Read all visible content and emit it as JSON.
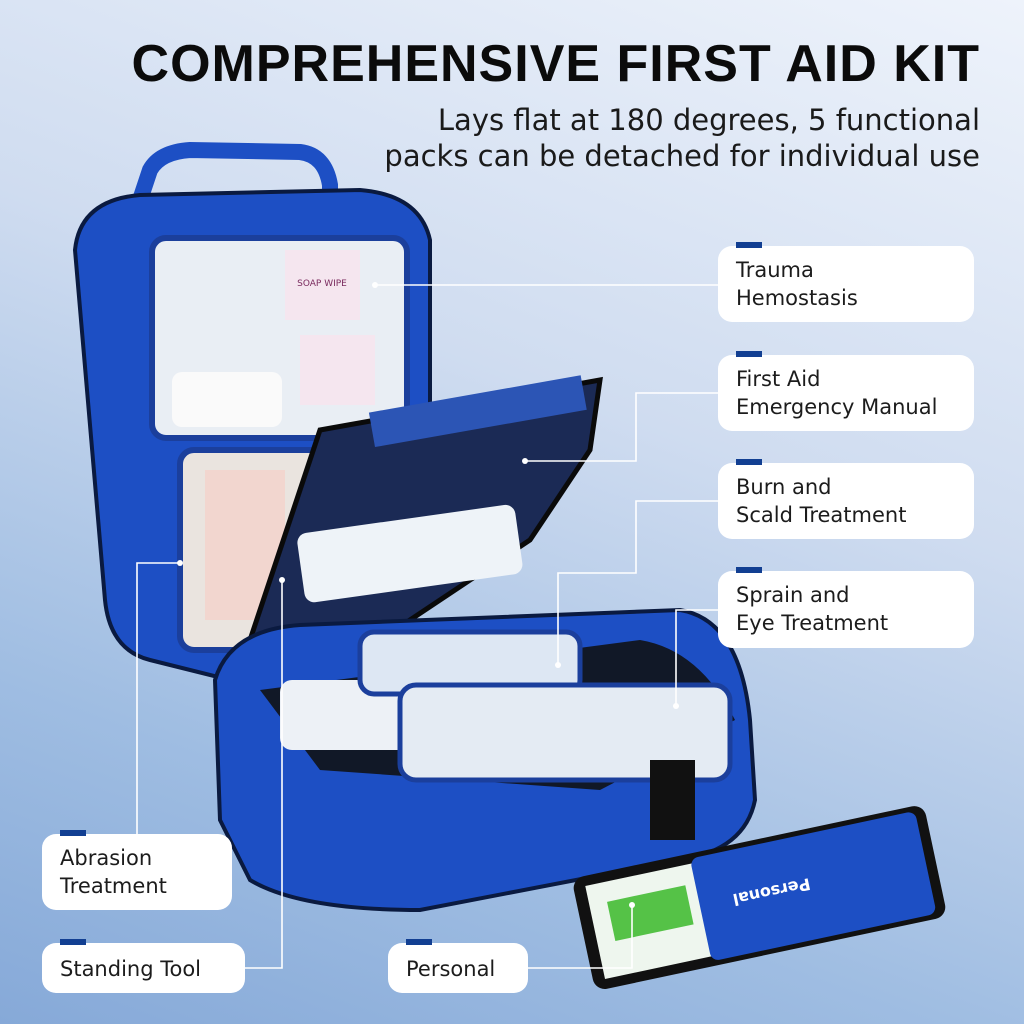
{
  "header": {
    "title": "COMPREHENSIVE FIRST AID KIT",
    "subtitle_lines": [
      "Lays flat at 180 degrees, 5 functional",
      "packs can be detached for individual use"
    ]
  },
  "labels": [
    {
      "lines": [
        "Trauma",
        "Hemostasis"
      ]
    },
    {
      "lines": [
        "First Aid",
        "Emergency Manual"
      ]
    },
    {
      "lines": [
        "Burn and",
        "Scald Treatment"
      ]
    },
    {
      "lines": [
        "Sprain and",
        "Eye Treatment"
      ]
    },
    {
      "lines": [
        "Abrasion",
        "Treatment"
      ]
    },
    {
      "lines": [
        "Standing Tool"
      ]
    },
    {
      "lines": [
        "Personal"
      ]
    }
  ],
  "product": {
    "pouch_text": "Personal",
    "packet_text": "SOAP WIPE",
    "bag_color": "#1d4fc4",
    "accent": "#123f92"
  }
}
